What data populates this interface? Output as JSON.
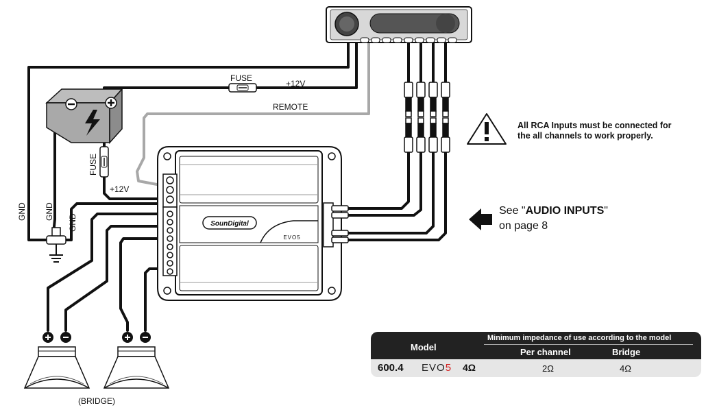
{
  "labels": {
    "fuse_top": "FUSE",
    "plus12_top": "+12V",
    "remote": "REMOTE",
    "fuse_side": "FUSE",
    "plus12_side": "+12V",
    "gnd_left": "GND",
    "gnd_mid": "GND",
    "gnd_right": "GND",
    "bridge": "(BRIDGE)"
  },
  "brand": {
    "logo": "SounDigital",
    "series": "EVO5"
  },
  "warning": {
    "line1": "All RCA Inputs must be connected for",
    "line2": "the all channels to work properly."
  },
  "audio_ref": {
    "prefix": "See \"",
    "title": "AUDIO INPUTS",
    "suffix": "\"",
    "line2": "on page 8"
  },
  "spec_table": {
    "header_model": "Model",
    "header_min": "Minimum impedance of use according to the model",
    "header_per_channel": "Per channel",
    "header_bridge": "Bridge",
    "row_model": "600.4",
    "row_series_a": "EVO",
    "row_series_b": "5",
    "row_imp": "4Ω",
    "row_per_channel": "2Ω",
    "row_bridge": "4Ω"
  },
  "colors": {
    "wire": "#111111",
    "remote_wire": "#a8a8a8",
    "accent_red": "#d32020",
    "table_head": "#222222",
    "table_body": "#e6e6e6"
  }
}
